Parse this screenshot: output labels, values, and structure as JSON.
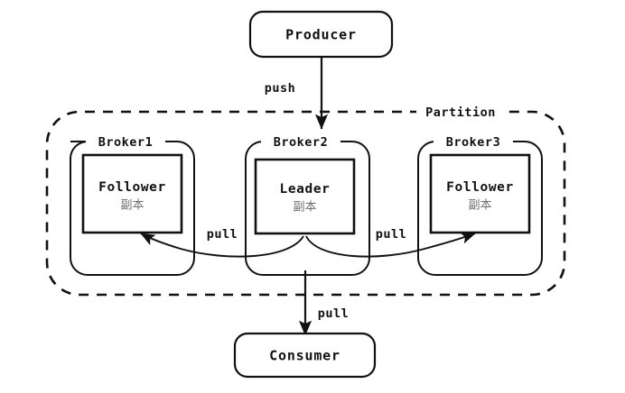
{
  "diagram": {
    "title_visible": false,
    "colors": {
      "stroke": "#111111",
      "background": "#ffffff",
      "subtitle_text": "#6f6f6f"
    },
    "producer": {
      "label": "Producer"
    },
    "consumer": {
      "label": "Consumer"
    },
    "partition": {
      "label": "Partition"
    },
    "brokers": [
      {
        "label": "Broker1",
        "replica_role": "Follower",
        "replica_sub": "副本"
      },
      {
        "label": "Broker2",
        "replica_role": "Leader",
        "replica_sub": "副本"
      },
      {
        "label": "Broker3",
        "replica_role": "Follower",
        "replica_sub": "副本"
      }
    ],
    "edges": [
      {
        "id": "producer-to-leader",
        "label": "push",
        "from": "Producer",
        "to": "Broker2 Leader"
      },
      {
        "id": "leader-to-broker1",
        "label": "pull",
        "from": "Broker2 Leader",
        "to": "Broker1 Follower"
      },
      {
        "id": "leader-to-broker3",
        "label": "pull",
        "from": "Broker2 Leader",
        "to": "Broker3 Follower"
      },
      {
        "id": "leader-to-consumer",
        "label": "pull",
        "from": "Broker2 Leader",
        "to": "Consumer"
      }
    ]
  }
}
